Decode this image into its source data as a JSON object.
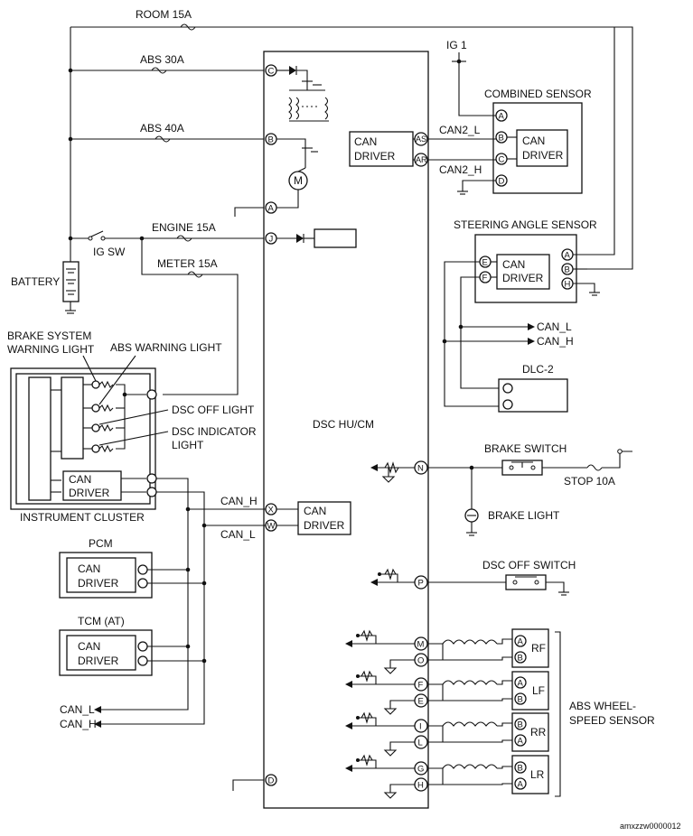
{
  "labels": {
    "room15a": "ROOM 15A",
    "abs30a": "ABS 30A",
    "abs40a": "ABS 40A",
    "engine15a": "ENGINE 15A",
    "igsw": "IG SW",
    "meter15a": "METER 15A",
    "battery": "BATTERY",
    "brake_sys_1": "BRAKE SYSTEM",
    "brake_sys_2": "WARNING LIGHT",
    "abs_warning": "ABS WARNING LIGHT",
    "dsc_off_light": "DSC OFF LIGHT",
    "dsc_ind_1": "DSC INDICATOR",
    "dsc_ind_2": "LIGHT",
    "instrument_cluster": "INSTRUMENT CLUSTER",
    "pcm": "PCM",
    "tcm": "TCM (AT)",
    "can_l": "CAN_L",
    "can_h": "CAN_H",
    "can2_l": "CAN2_L",
    "can2_h": "CAN2_H",
    "ig1": "IG 1",
    "combined_sensor": "COMBINED SENSOR",
    "steering_angle_sensor": "STEERING ANGLE SENSOR",
    "dlc2": "DLC-2",
    "dsc_hucm": "DSC HU/CM",
    "brake_switch": "BRAKE SWITCH",
    "stop10a": "STOP 10A",
    "brake_light": "BRAKE LIGHT",
    "dsc_off_switch": "DSC OFF SWITCH",
    "abs_wheel_1": "ABS WHEEL-",
    "abs_wheel_2": "SPEED SENSOR",
    "rf": "RF",
    "lf": "LF",
    "rr": "RR",
    "lr": "LR",
    "can": "CAN",
    "driver": "DRIVER",
    "motor": "M",
    "code": "amxzzw0000012"
  },
  "pins": {
    "A": "A",
    "B": "B",
    "C": "C",
    "D": "D",
    "E": "E",
    "F": "F",
    "G": "G",
    "H": "H",
    "I": "I",
    "J": "J",
    "L": "L",
    "M": "M",
    "N": "N",
    "O": "O",
    "P": "P",
    "W": "W",
    "X": "X",
    "AS": "AS",
    "AR": "AR"
  }
}
